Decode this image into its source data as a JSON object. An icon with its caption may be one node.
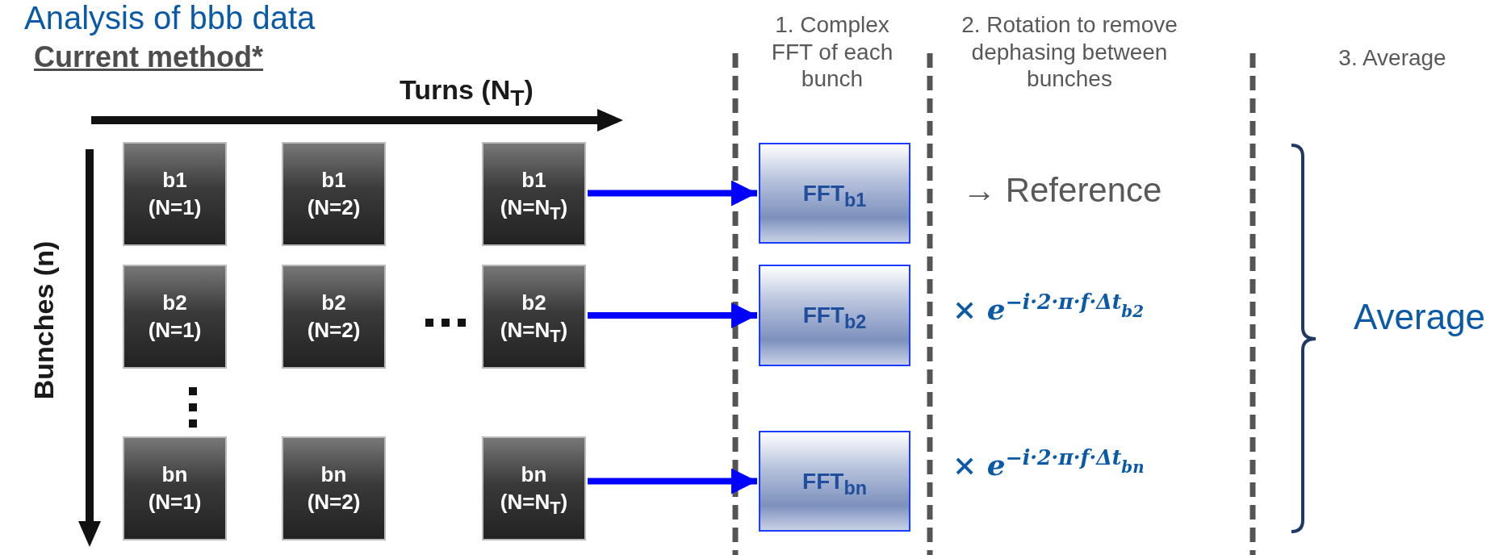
{
  "diagram": {
    "title": "Analysis of bbb data",
    "nodes": [
      {
        "text": [
          "b1",
          "(N=1)"
        ]
      },
      {
        "text": [
          "b1",
          "(N=2)"
        ]
      },
      {
        "text": [
          "b1",
          "(N=N$_{T}$)"
        ]
      },
      {
        "text": [
          "b2",
          "(N=1)"
        ]
      },
      {
        "text": [
          "b2",
          "(N=2)"
        ]
      },
      {
        "text": [
          "b2",
          "(N=N$_{T}$)"
        ]
      },
      {
        "text": [
          "bn",
          "(N=1)"
        ]
      },
      {
        "text": [
          "bn",
          "(N=2)"
        ]
      },
      {
        "text": [
          "bn",
          "(N=N$_{T}$)"
        ]
      },
      {
        "text": [
          "FFT$_{b1}$"
        ]
      },
      {
        "text": [
          "FFT$_{b2}$"
        ]
      },
      {
        "text": [
          "FFT$_{bn}$"
        ]
      }
    ],
    "edges": [
      {
        "from": 2,
        "to": 9,
        "arrow": "to"
      },
      {
        "from": 5,
        "to": 10,
        "arrow": "to"
      },
      {
        "from": 8,
        "to": 11,
        "arrow": "to"
      }
    ],
    "labels": [
      "Current method*",
      "1. Complex FFT of each bunch",
      "2. Rotation to remove dephasing between bunches",
      "3. Average",
      "Turns (N$_{T}$)",
      "Bunches (n)",
      "→ Reference",
      "× e$^{−i·2·π·f·Δt}$$_{b2}$",
      "Average",
      "× e$^{−i·2·π·f·Δt}$$_{bn}$"
    ]
  }
}
